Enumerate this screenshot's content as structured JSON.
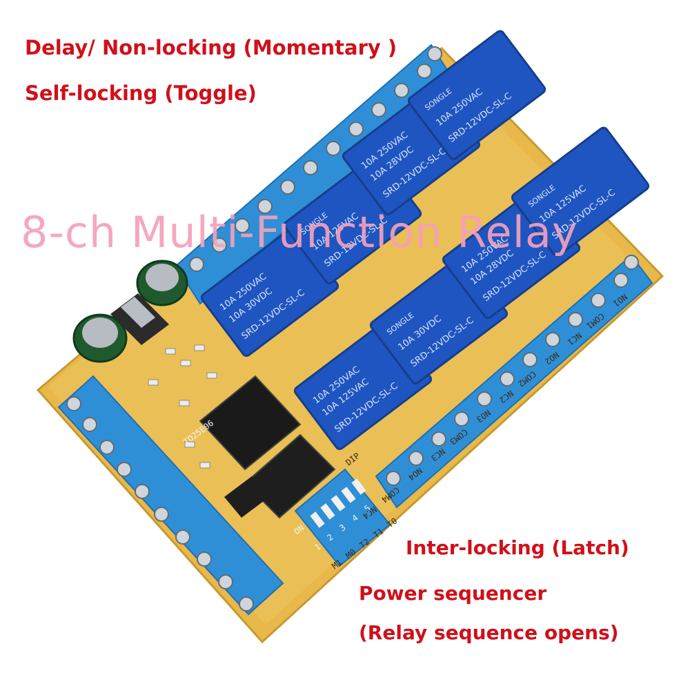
{
  "captions": {
    "modes_1": "Delay/ Non-locking (Momentary )",
    "modes_2": "Self-locking (Toggle)",
    "title": "8-ch Multi-Function Relay",
    "modes_3": "Inter-locking (Latch)",
    "modes_4": "Power sequencer",
    "modes_5": "(Relay sequence opens)"
  },
  "relay_markings": {
    "brand": "SONGLE",
    "model": "SRD-12VDC-SL-C",
    "rating_1": "10A 250VAC",
    "rating_2": "10A 125VAC",
    "rating_3": "10A 30VDC",
    "rating_4": "10A 28VDC"
  },
  "pcb_markings": {
    "board_id": "TO25E06",
    "dip_label": "DIP",
    "dip_on": "ON",
    "dip_numbers": [
      "1",
      "2",
      "3",
      "4",
      "5"
    ],
    "dip_functions": [
      "M1",
      "M0",
      "T2",
      "T1",
      "T0"
    ],
    "terminals": [
      "NO1",
      "COM1",
      "NC1",
      "NO2",
      "COM2",
      "NC2",
      "NO3",
      "COM3",
      "NC3",
      "NO4",
      "COM4",
      "NC4"
    ]
  },
  "colors": {
    "caption_red": "#d0101a",
    "title_pink": "#f4a1ba",
    "relay_blue": "#1f55c0",
    "terminal_blue": "#2f8fd6",
    "pcb_yellow": "#e6b347"
  }
}
